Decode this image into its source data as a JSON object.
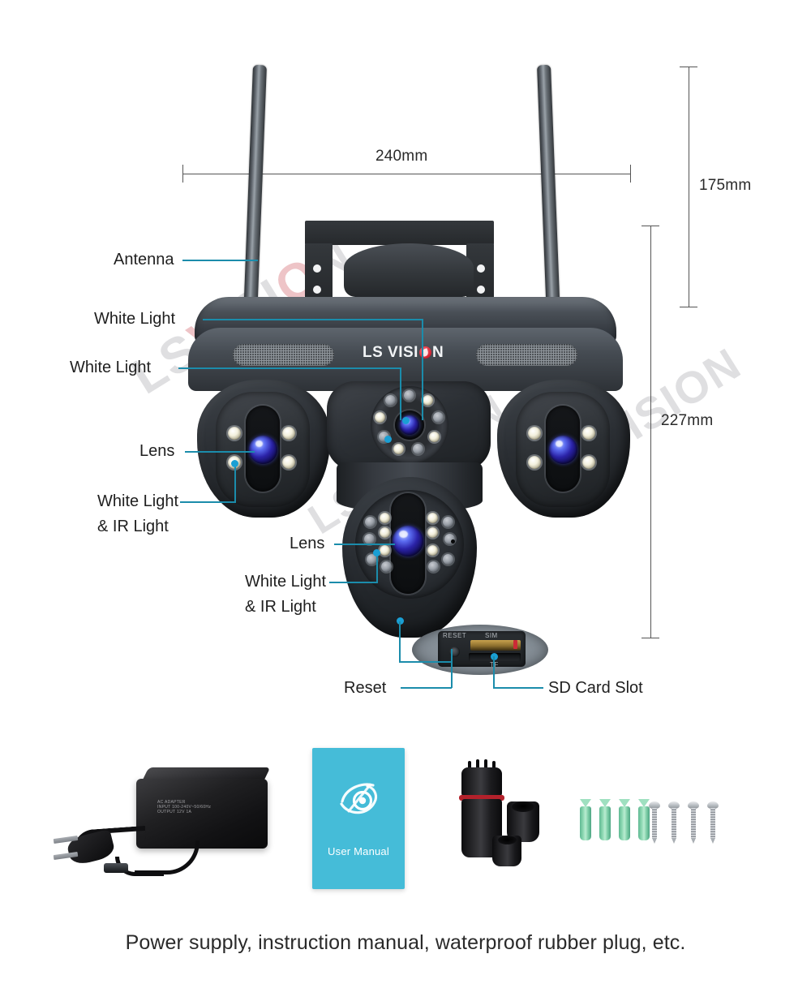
{
  "dimensions": {
    "width_label": "240mm",
    "upper_height_label": "175mm",
    "total_height_label": "227mm"
  },
  "brand": {
    "logo_prefix": "LS VISI",
    "logo_suffix": "N",
    "watermark_text": "LS VISION"
  },
  "callouts": {
    "antenna": "Antenna",
    "white_light_top": "White Light",
    "white_light_band": "White Light",
    "lens_left": "Lens",
    "white_ir_left_line1": "White Light",
    "white_ir_left_line2": "& IR Light",
    "lens_bottom": "Lens",
    "white_ir_bottom_line1": "White Light",
    "white_ir_bottom_line2": "& IR Light",
    "reset": "Reset",
    "sd_card_slot": "SD Card Slot"
  },
  "sd_panel": {
    "reset_text": "RESET",
    "sim_text": "SIM",
    "tf_text": "TF"
  },
  "accessories": {
    "manual_title": "User Manual",
    "caption": "Power supply, instruction manual, waterproof rubber plug, etc.",
    "items": [
      "power-adapter",
      "user-manual",
      "waterproof-rubber-plug",
      "wall-anchors",
      "screws"
    ],
    "anchor_count": 4,
    "screw_count": 4
  },
  "colors": {
    "leader_line": "#1b8cab",
    "leader_dot": "#1a9fd4",
    "manual_cyan": "#45bcd8",
    "logo_red": "#d0202f",
    "anchor_green": "#8fd9b4",
    "dimension_line": "#555555",
    "background": "#ffffff"
  }
}
